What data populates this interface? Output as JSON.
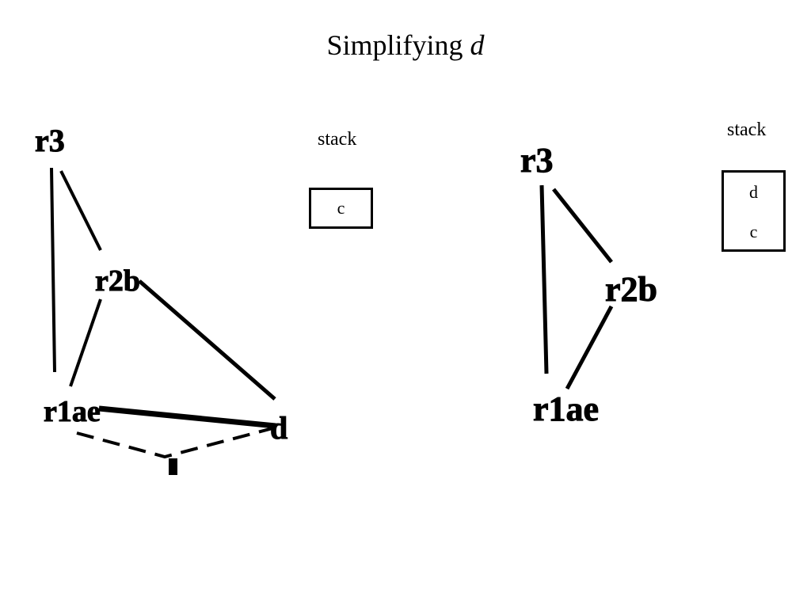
{
  "title": {
    "text": "Simplifying ",
    "emphasis": "d"
  },
  "left": {
    "stack_label": "stack",
    "stack_items": [
      "c"
    ],
    "nodes": {
      "r3": "r3",
      "r2b": "r2b",
      "r1ae": "r1ae",
      "d": "d"
    }
  },
  "right": {
    "stack_label": "stack",
    "stack_items": [
      "d",
      "c"
    ],
    "nodes": {
      "r3": "r3",
      "r2b": "r2b",
      "r1ae": "r1ae"
    }
  }
}
